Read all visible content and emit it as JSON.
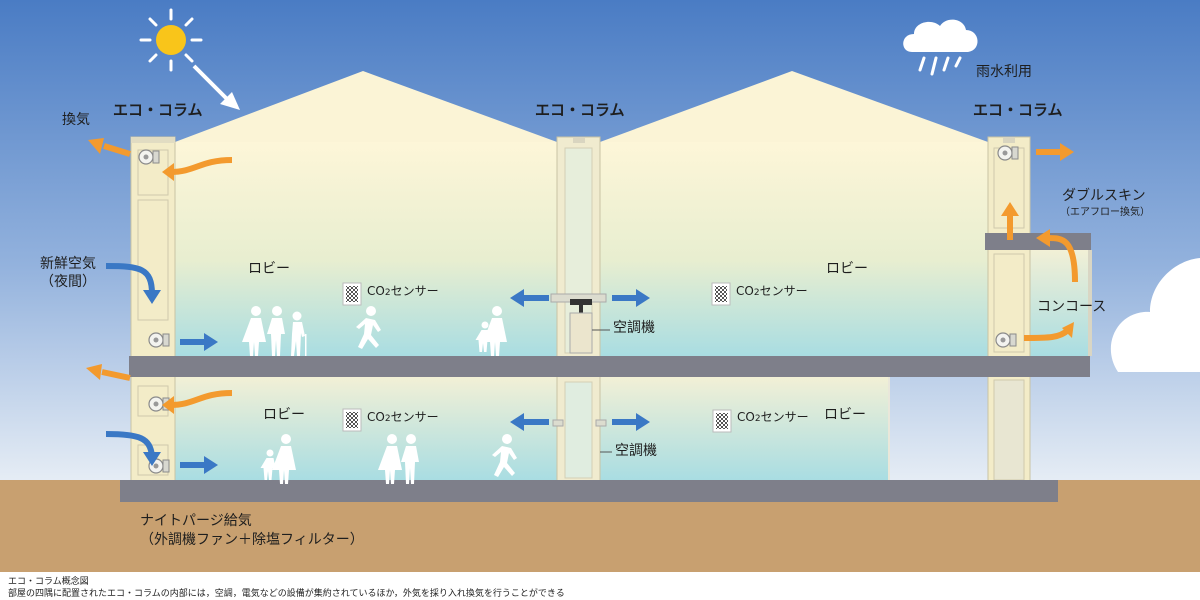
{
  "labels": {
    "eco_column": "エコ・コラム",
    "ventilation": "換気",
    "rainwater": "雨水利用",
    "double_skin": "ダブルスキン",
    "double_skin_sub": "（エアフロー換気）",
    "fresh_air_line1": "新鮮空気",
    "fresh_air_line2": "（夜間）",
    "lobby": "ロビー",
    "co2_prefix": "CO",
    "co2_sub": "2",
    "co2_suffix": "センサー",
    "air_conditioner": "空調機",
    "concourse": "コンコース",
    "night_purge_line1": "ナイトパージ給気",
    "night_purge_line2": "（外調機ファン＋除塩フィルター）"
  },
  "caption": {
    "title": "エコ・コラム概念図",
    "text": "部屋の四隅に配置されたエコ・コラムの内部には，空調，電気などの設備が集約されているほか，外気を採り入れ換気を行うことができる"
  },
  "colors": {
    "sky_top": "#4a7cc4",
    "sky_bottom": "#dfe8f3",
    "ground": "#c8a070",
    "floor_slab": "#7e7f8a",
    "interior_top": "#fbf3d3",
    "interior_bottom": "#a9dde2",
    "exhaust_arrow": "#f39a2e",
    "supply_arrow": "#3a78c5",
    "sun": "#f9c51a"
  },
  "icons": [
    "sun-icon",
    "rain-cloud-icon",
    "co2-sensor-icon",
    "people-icon",
    "fan-icon"
  ]
}
